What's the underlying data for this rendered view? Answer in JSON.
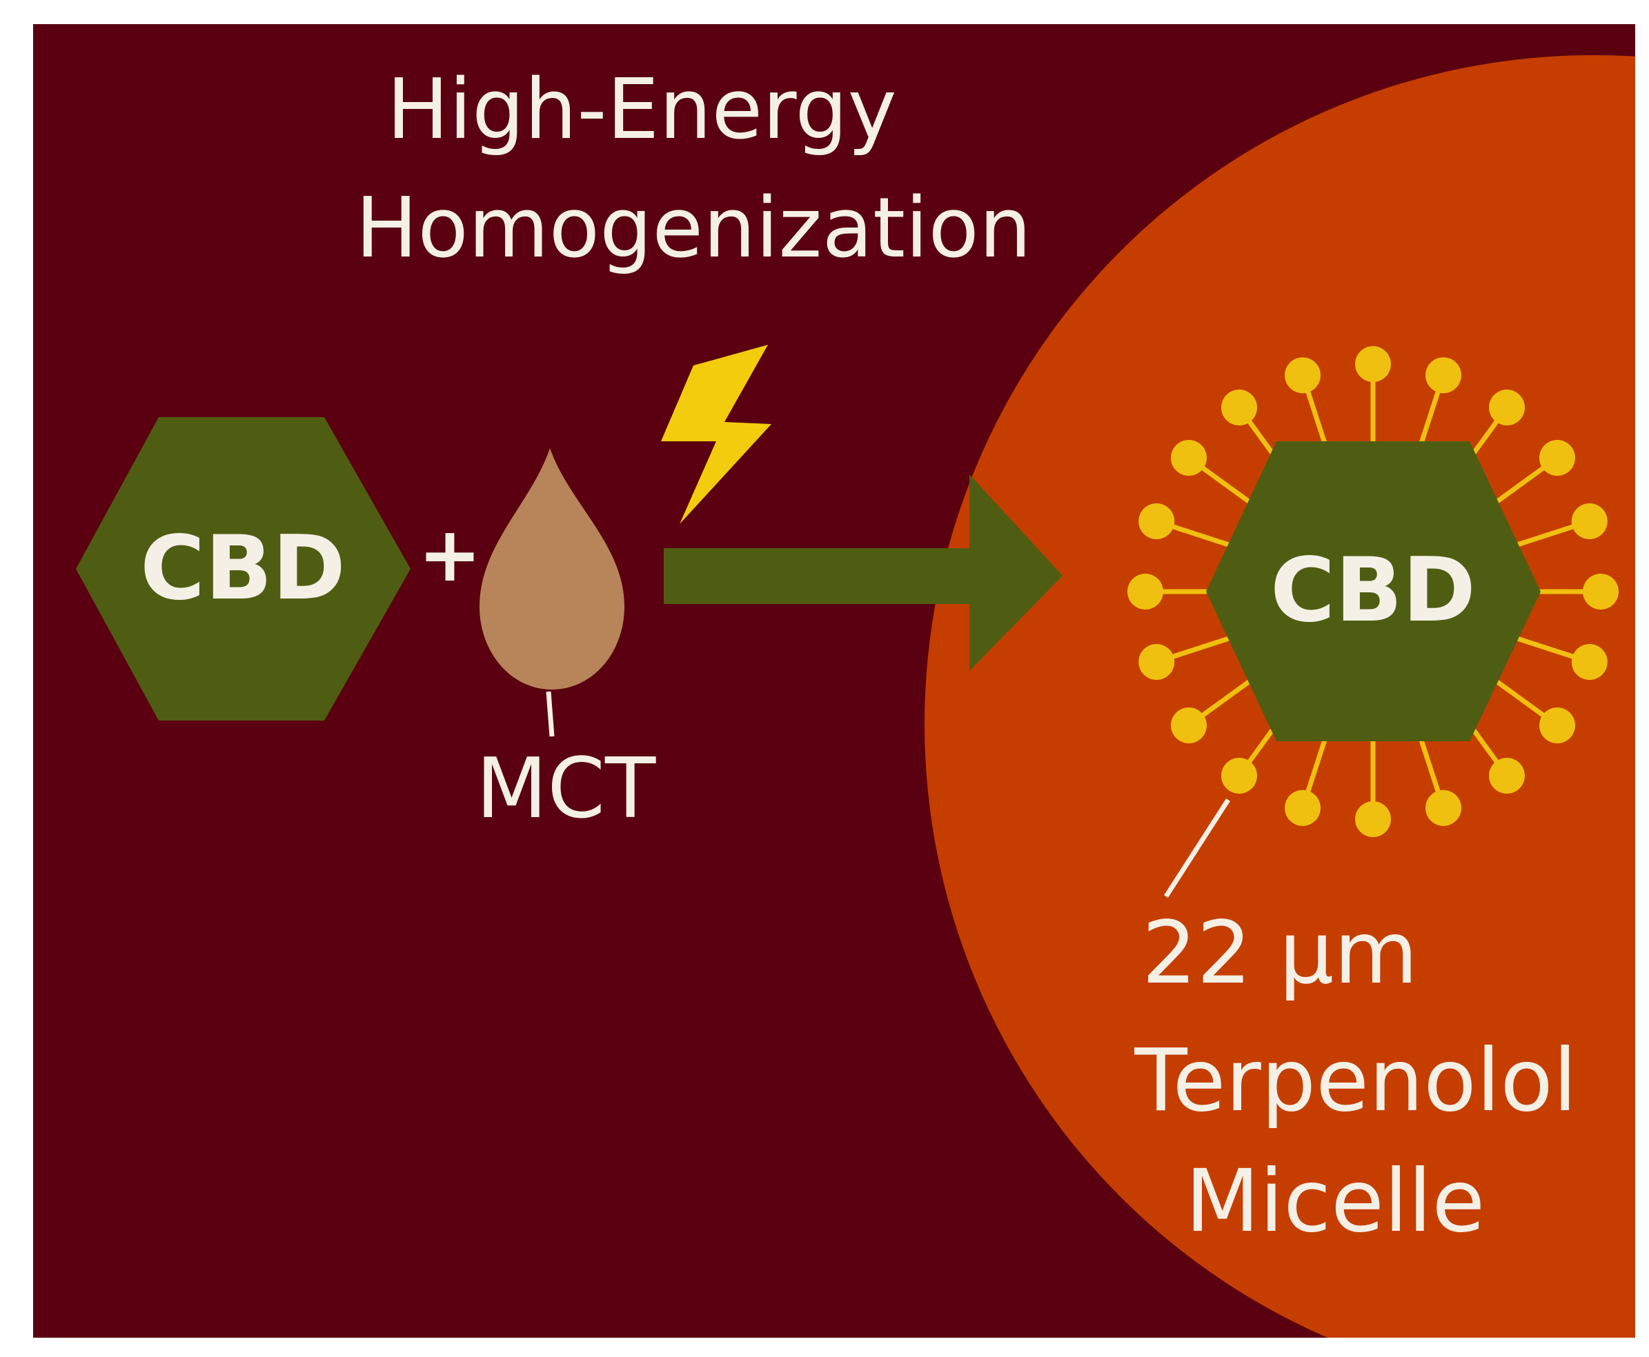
{
  "title": {
    "line1": "High-Energy",
    "line2": "Homogenization"
  },
  "left": {
    "hexagon_label": "CBD",
    "plus_sign": "+",
    "drop_label": "MCT"
  },
  "right": {
    "hexagon_label": "CBD",
    "size_label": "22 µm",
    "name_line1": "Terpenolol",
    "name_line2": "Micelle"
  },
  "icons": [
    "lightning-bolt-icon",
    "oil-drop-icon",
    "arrow-right-icon"
  ],
  "colors": {
    "background_dark": "#5a0010",
    "micelle_region": "#c53e00",
    "hexagon": "#4f5d12",
    "arrow": "#4f5d12",
    "lightning": "#f2cc0d",
    "drop": "#b8845a",
    "surfactant": "#f0c010",
    "text": "#f4f0e6"
  }
}
